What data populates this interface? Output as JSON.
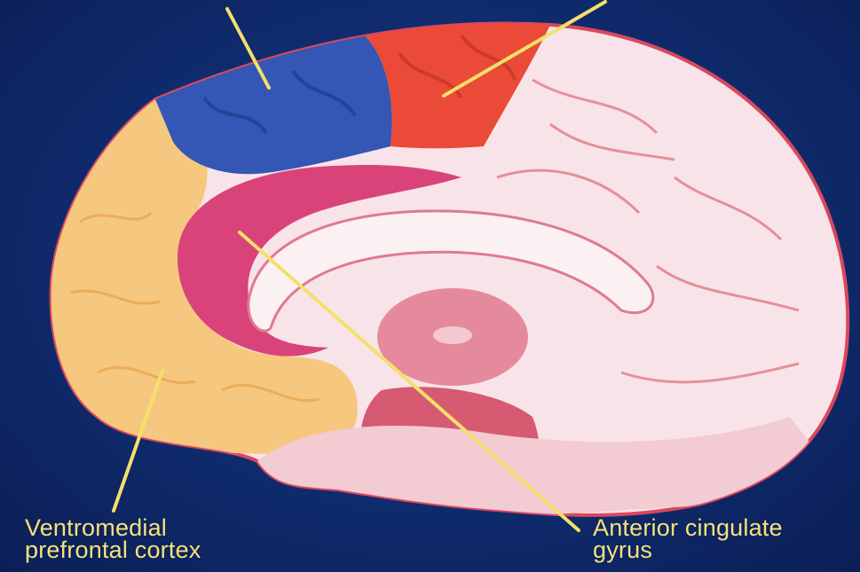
{
  "labels": {
    "vmpfc": {
      "line1": "Ventromedial",
      "line2": "prefrontal cortex"
    },
    "acg": {
      "line1": "Anterior cingulate",
      "line2": "gyrus"
    }
  },
  "regions": [
    {
      "id": "ventromedial-prefrontal-cortex",
      "color": "#f6c77f"
    },
    {
      "id": "dorsal-prefrontal-region-blue",
      "color": "#3456b4"
    },
    {
      "id": "motor-region-red",
      "color": "#ec4a38"
    },
    {
      "id": "anterior-cingulate-gyrus",
      "color": "#d9437a"
    },
    {
      "id": "remaining-cortex",
      "color": "#f8e6ea"
    }
  ],
  "colors": {
    "background": "#102a6e",
    "leader_line": "#f4e06a",
    "outline": "#d9485e"
  }
}
